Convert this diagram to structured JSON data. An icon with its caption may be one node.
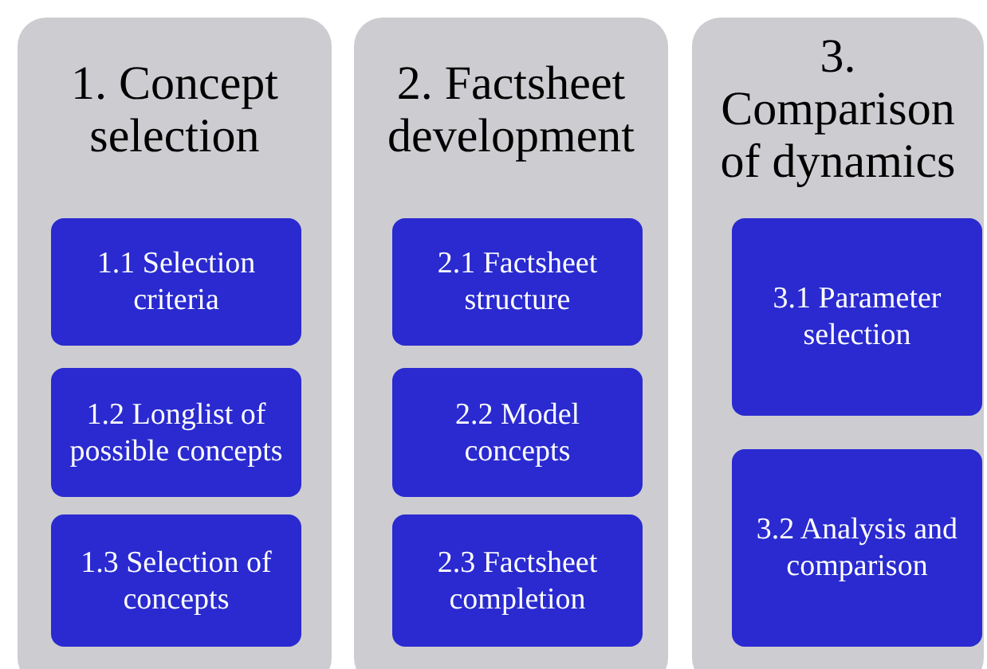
{
  "diagram": {
    "nodes": [
      {
        "text": [
          "1. Concept selection"
        ]
      },
      {
        "text": [
          "1.1 Selection criteria"
        ],
        "in": 0
      },
      {
        "text": [
          "1.2 Longlist of possible concepts"
        ],
        "in": 0
      },
      {
        "text": [
          "1.3 Selection of concepts"
        ],
        "in": 0
      },
      {
        "text": [
          "2. Factsheet development"
        ]
      },
      {
        "text": [
          "2.1 Factsheet structure"
        ],
        "in": 4
      },
      {
        "text": [
          "2.2 Model concepts"
        ],
        "in": 4
      },
      {
        "text": [
          "2.3 Factsheet completion"
        ],
        "in": 4
      },
      {
        "text": [
          "3. Comparison of dynamics"
        ]
      },
      {
        "text": [
          "3.1 Parameter selection"
        ],
        "in": 8
      },
      {
        "text": [
          "3.2 Analysis and comparison"
        ],
        "in": 8
      }
    ]
  }
}
